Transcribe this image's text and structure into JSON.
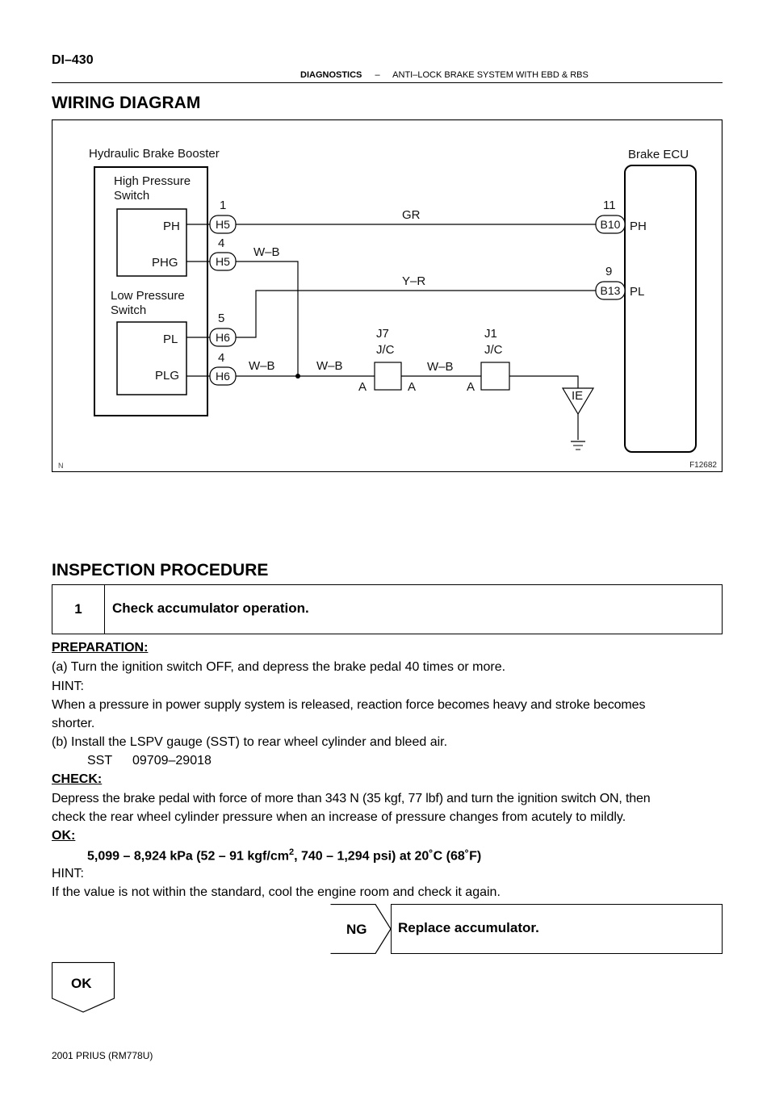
{
  "header": {
    "page_id": "DI–430",
    "section": "DIAGNOSTICS",
    "dash": "–",
    "subsection": "ANTI–LOCK BRAKE SYSTEM WITH EBD & RBS"
  },
  "wiring": {
    "heading": "WIRING DIAGRAM",
    "booster_label": "Hydraulic Brake Booster",
    "hps_line1": "High Pressure",
    "hps_line2": "Switch",
    "lps_line1": "Low Pressure",
    "lps_line2": "Switch",
    "ecu_label": "Brake ECU",
    "terminals": {
      "ph": "PH",
      "phg": "PHG",
      "pl": "PL",
      "plg": "PLG",
      "ecu_ph": "PH",
      "ecu_pl": "PL"
    },
    "connectors": {
      "h5a": "H5",
      "h5b": "H5",
      "h6a": "H6",
      "h6b": "H6",
      "b10": "B10",
      "b13": "B13"
    },
    "pins": {
      "h5a": "1",
      "h5b": "4",
      "h6a": "5",
      "h6b": "4",
      "b10": "11",
      "b13": "9"
    },
    "wires": {
      "gr": "GR",
      "wb1": "W–B",
      "yr": "Y–R",
      "wb2": "W–B",
      "wb3": "W–B",
      "wb4": "W–B"
    },
    "jc": {
      "j7": "J7",
      "j7_sub": "J/C",
      "j1": "J1",
      "j1_sub": "J/C",
      "a1": "A",
      "a2": "A",
      "a3": "A"
    },
    "ground": "IE",
    "figure_id": "F12682",
    "corner_mark": "N"
  },
  "inspection": {
    "heading": "INSPECTION PROCEDURE",
    "step_number": "1",
    "step_title": "Check accumulator operation.",
    "preparation_label": "PREPARATION:",
    "prep_a": "(a)    Turn the ignition switch OFF, and depress the brake pedal 40 times or more.",
    "hint1_label": "HINT:",
    "hint1_line1": "When a pressure in power supply system is released, reaction force becomes heavy and stroke becomes",
    "hint1_line2": "shorter.",
    "prep_b": "(b)    Install the LSPV gauge (SST) to rear wheel cylinder and bleed air.",
    "sst_label": "SST",
    "sst_value": "09709–29018",
    "check_label": "CHECK:",
    "check_line1": "Depress the brake pedal with force of more than 343 N (35 kgf, 77 lbf) and turn the ignition switch ON, then",
    "check_line2": "check the rear wheel cylinder pressure when an increase of pressure changes from acutely to mildly.",
    "ok_label": "OK:",
    "ok_part1": "5,099 – 8,924 kPa (52 – 91 kgf/cm",
    "ok_sup": "2",
    "ok_part2": ", 740 – 1,294 psi) at 20˚C (68˚F)",
    "hint2_label": "HINT:",
    "hint2_text": "If the value is not within the standard, cool the engine room and check it again.",
    "ng_label": "NG",
    "ng_action": "Replace accumulator.",
    "ok_flow": "OK"
  },
  "footer": {
    "text": "2001 PRIUS   (RM778U)"
  }
}
